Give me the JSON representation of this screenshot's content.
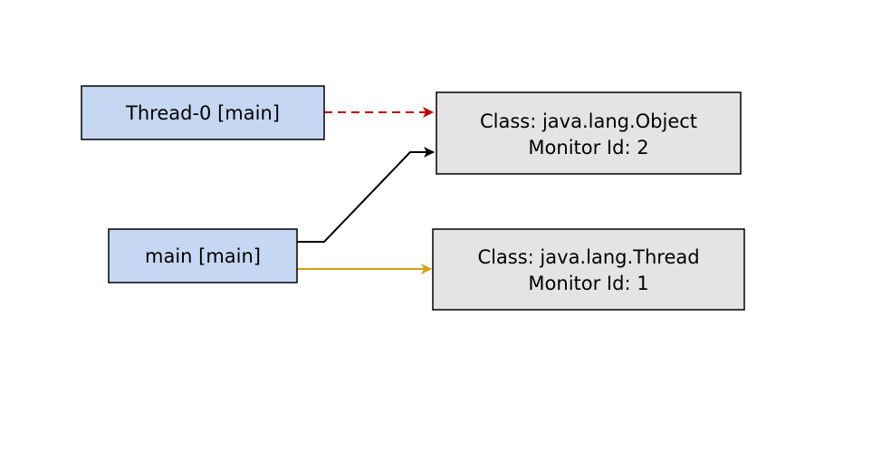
{
  "colors": {
    "thread_fill": "#c5d7f2",
    "monitor_fill": "#e4e4e4",
    "border": "#000000",
    "waiting_edge": "#c00000",
    "holds_edge_black": "#000000",
    "holds_edge_gold": "#d4a017"
  },
  "threads": [
    {
      "label": "Thread-0 [main]"
    },
    {
      "label": "main [main]"
    }
  ],
  "monitors": [
    {
      "class_line": "Class: java.lang.Object",
      "id_line": "Monitor Id: 2"
    },
    {
      "class_line": "Class: java.lang.Thread",
      "id_line": "Monitor Id: 1"
    }
  ],
  "edges": [
    {
      "from": "Thread-0 [main]",
      "to": "Monitor Id: 2",
      "style": "dashed",
      "color": "#c00000"
    },
    {
      "from": "main [main]",
      "to": "Monitor Id: 2",
      "style": "solid",
      "color": "#000000"
    },
    {
      "from": "main [main]",
      "to": "Monitor Id: 1",
      "style": "solid",
      "color": "#d4a017"
    }
  ]
}
